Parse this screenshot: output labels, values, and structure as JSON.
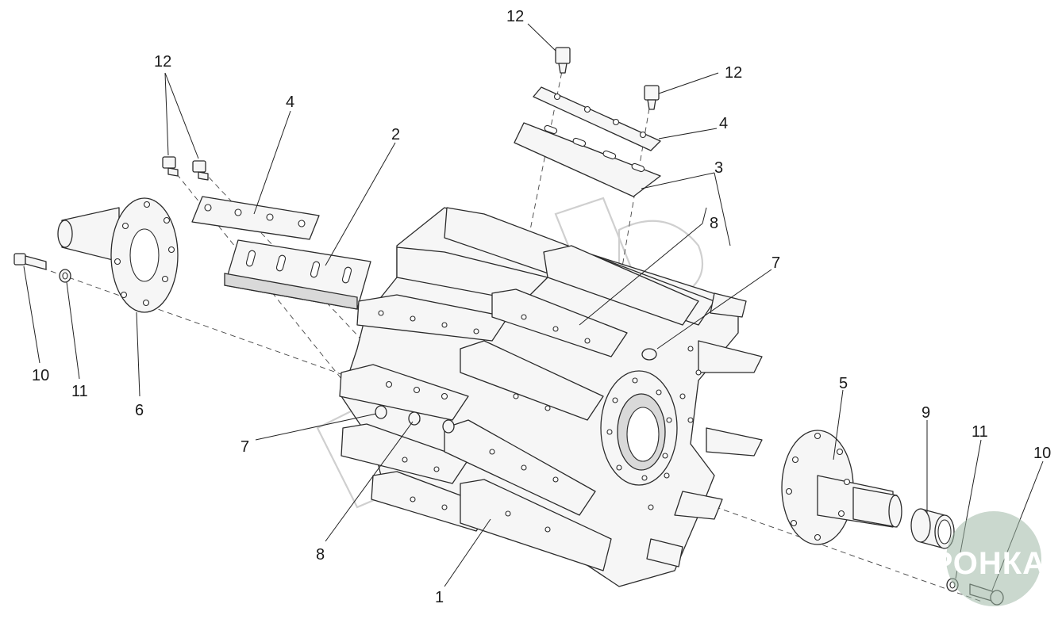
{
  "callouts": {
    "c12_top": "12",
    "c12_right": "12",
    "c12_left": "12",
    "c4_left": "4",
    "c4_right": "4",
    "c2": "2",
    "c3": "3",
    "c8_top": "8",
    "c7_right": "7",
    "c7_left": "7",
    "c10_left": "10",
    "c11_left": "11",
    "c6": "6",
    "c5": "5",
    "c9": "9",
    "c11_right": "11",
    "c10_right": "10",
    "c8_bottom": "8",
    "c1": "1"
  },
  "brand": {
    "logo_text": "АГРОНКА"
  },
  "colors": {
    "line": "#2b2b2b",
    "fill": "#f6f6f6",
    "logo": "#9fb8a6"
  }
}
